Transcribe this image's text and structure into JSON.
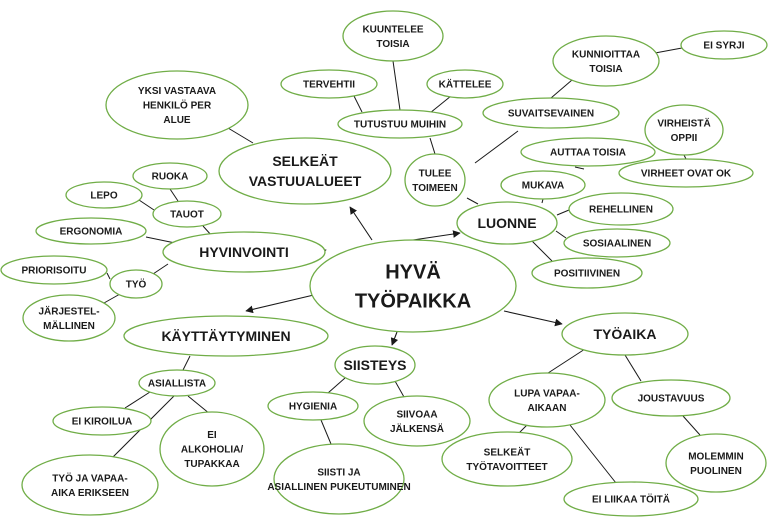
{
  "mindmap": {
    "center": "HYVÄ TYÖPAIKKA",
    "nodes": {
      "selkeat": "SELKEÄT VASTUUALUEET",
      "yksi": "YKSI VASTAAVA HENKILÖ PER ALUE",
      "kuuntelee": "KUUNTELEE TOISIA",
      "terveh": "TERVEHTII",
      "kattelee": "KÄTTELEE",
      "tutustuu": "TUTUSTUU MUIHIN",
      "tulee": "TULEE TOIMEEN",
      "kunnioittaa": "KUNNIOITTAA TOISIA",
      "eisyrji": "EI SYRJI",
      "suvait": "SUVAITSEVAINEN",
      "virheista": "VIRHEISTÄ OPPII",
      "auttaa": "AUTTAA TOISIA",
      "mukava": "MUKAVA",
      "virheet": "VIRHEET OVAT OK",
      "luonne": "LUONNE",
      "rehel": "REHELLINEN",
      "sosiaa": "SOSIAALINEN",
      "positi": "POSITIIVINEN",
      "ruoka": "RUOKA",
      "lepo": "LEPO",
      "tauot": "TAUOT",
      "ergo": "ERGONOMIA",
      "hyvin": "HYVINVOINTI",
      "prior": "PRIORISOITU",
      "tyo": "TYÖ",
      "jarj": "JÄRJESTEL- MÄLLINEN",
      "kayt": "KÄYTTÄYTYMINEN",
      "asiall": "ASIALLISTA",
      "kiroilua": "EI KIROILUA",
      "alko": "EI ALKOHOLIA/ TUPAKKAA",
      "vapaa": "TYÖ JA VAPAA- AIKA ERIKSEEN",
      "siist": "SIISTEYS",
      "hygi": "HYGIENIA",
      "siivoaa": "SIIVOAA JÄLKENSÄ",
      "pukeut": "SIISTI JA ASIALLINEN PUKEUTUMINEN",
      "tyoaika": "TYÖAIKA",
      "lupa": "LUPA VAPAA- AIKAAN",
      "jousta": "JOUSTAVUUS",
      "selk2": "SELKEÄT TYÖTAVOITTEET",
      "molem": "MOLEMMIN PUOLINEN",
      "liikaa": "EI LIIKAA TÖITÄ"
    }
  }
}
